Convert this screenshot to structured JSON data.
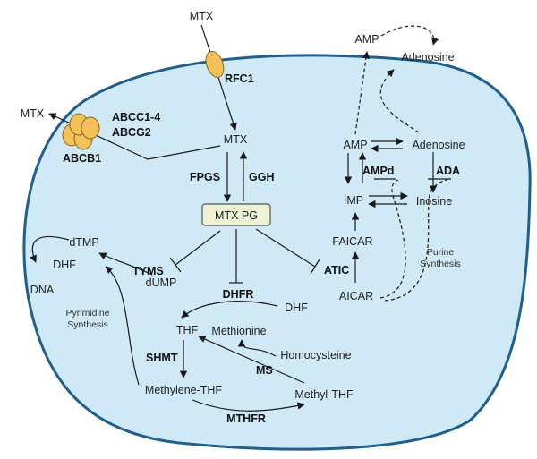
{
  "colors": {
    "cell_fill": "#cfe9f6",
    "cell_border": "#1f5f8f",
    "transporter": "#f4c05a",
    "mtxpg_box": "#eef3d6"
  },
  "transporters": {
    "rfc1": "RFC1",
    "abcc": "ABCC1-4",
    "abcg2": "ABCG2",
    "abcb1": "ABCB1"
  },
  "metabolites": {
    "mtx_outside_top": "MTX",
    "mtx_outside_left": "MTX",
    "mtx_inside": "MTX",
    "mtx_pg": "MTX PG",
    "amp_out": "AMP",
    "adenosine_out": "Adenosine",
    "amp": "AMP",
    "adenosine": "Adenosine",
    "imp": "IMP",
    "inosine": "Inosine",
    "faicar": "FAICAR",
    "aicar": "AICAR",
    "dtmp": "dTMP",
    "dhf_left": "DHF",
    "dna": "DNA",
    "dump": "dUMP",
    "dhf_right": "DHF",
    "thf": "THF",
    "methionine": "Methionine",
    "homocysteine": "Homocysteine",
    "methylene_thf": "Methylene-THF",
    "methyl_thf": "Methyl-THF"
  },
  "enzymes": {
    "fpgs": "FPGS",
    "ggh": "GGH",
    "tyms": "TYMS",
    "dhfr": "DHFR",
    "atic": "ATIC",
    "ampd": "AMPd",
    "ada": "ADA",
    "shmt": "SHMT",
    "ms": "MS",
    "mthfr": "MTHFR"
  },
  "pathways": {
    "pyrimidine_line1": "Pyrimidine",
    "pyrimidine_line2": "Synthesis",
    "purine_line1": "Purine",
    "purine_line2": "Synthesis"
  }
}
